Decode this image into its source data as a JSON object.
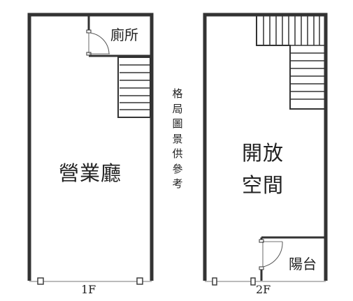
{
  "floor1": {
    "label": "1F",
    "rooms": {
      "restroom": "廁所",
      "hall": "營業廳"
    }
  },
  "floor2": {
    "label": "2F",
    "rooms": {
      "open_line1": "開放",
      "open_line2": "空間",
      "balcony": "陽台"
    }
  },
  "note": "格局圖景供參考",
  "colors": {
    "wall": "#333333",
    "line": "#444444"
  },
  "icons": [
    "door-swing-icon",
    "staircase-icon",
    "window-icon"
  ]
}
